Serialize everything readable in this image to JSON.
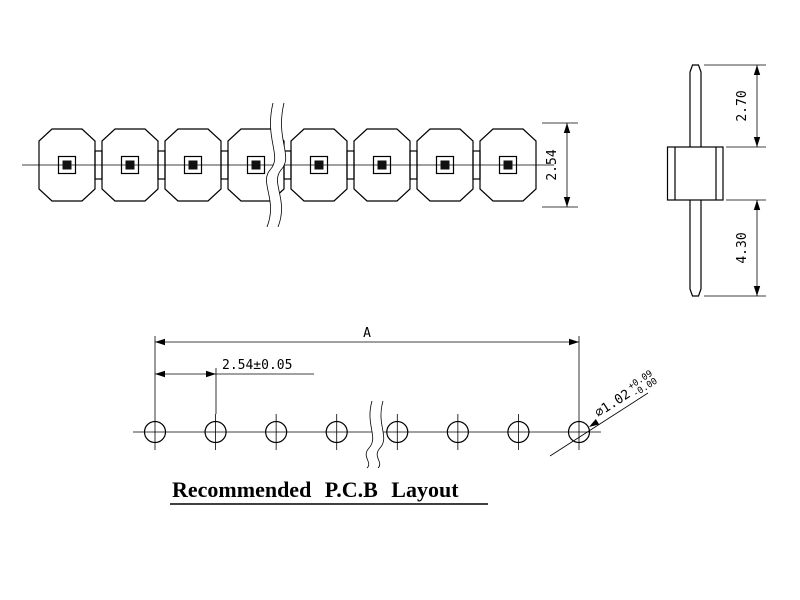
{
  "drawing": {
    "title": "Recommended P.C.B Layout",
    "top_view": {
      "description": "pin header strip top view",
      "segment_count": 8,
      "pitch_dim": "2.54"
    },
    "side_view": {
      "description": "single pin side view",
      "top_length_dim": "2.70",
      "bottom_length_dim": "4.30"
    },
    "pcb_layout": {
      "hole_count": 8,
      "overall_dim": "A",
      "pitch_dim": "2.54±0.05",
      "hole_dia": "⌀1.02",
      "hole_tol_plus": "+0.09",
      "hole_tol_minus": "-0.00"
    }
  }
}
